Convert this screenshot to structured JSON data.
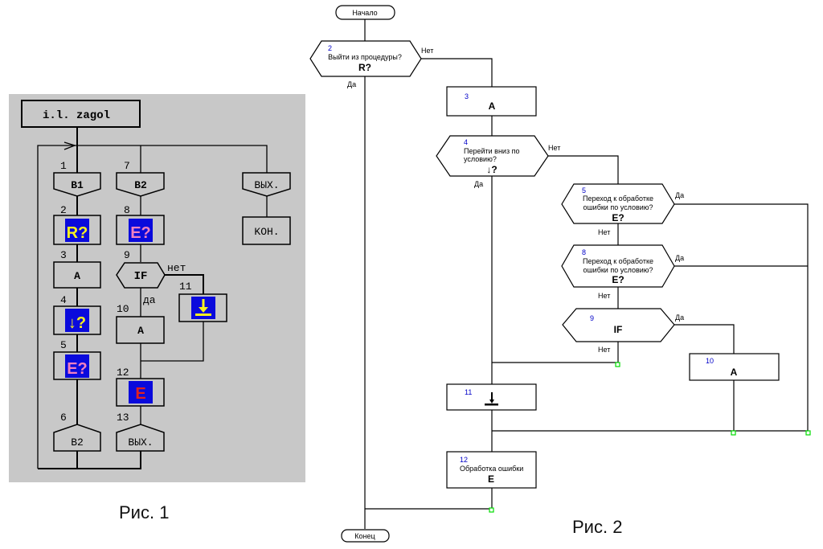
{
  "figure1": {
    "caption": "Рис. 1",
    "colors": {
      "background": "#c8c8c8",
      "icon_bg": "#0a0adc",
      "yellow": "#f8f020",
      "pink": "#f080c0",
      "red": "#e02020"
    },
    "title_block": "i.l. zagol",
    "nodes": [
      {
        "num": "1",
        "label": "B1"
      },
      {
        "num": "2",
        "icon": "R?"
      },
      {
        "num": "3",
        "label": "A"
      },
      {
        "num": "4",
        "icon": "↓?"
      },
      {
        "num": "5",
        "icon": "E?"
      },
      {
        "num": "6",
        "label": "B2"
      },
      {
        "num": "7",
        "label": "B2"
      },
      {
        "num": "8",
        "icon": "E?"
      },
      {
        "num": "9",
        "label": "IF"
      },
      {
        "num": "10",
        "label": "A"
      },
      {
        "num": "11",
        "icon": "⤓"
      },
      {
        "num": "12",
        "icon": "E"
      },
      {
        "num": "13",
        "label": "BЫX."
      },
      {
        "num": "",
        "label": "BЫX."
      },
      {
        "num": "",
        "label": "KOH."
      }
    ],
    "branch_no": "нет",
    "branch_yes": "да"
  },
  "figure2": {
    "caption": "Рис. 2",
    "colors": {
      "number": "#0000c8",
      "line": "#000000",
      "connector": "#00dd00"
    },
    "start": "Начало",
    "end": "Конец",
    "yes": "Да",
    "no": "Нет",
    "nodes": [
      {
        "num": "2",
        "text": "Выйти из процедуры?",
        "symbol": "R?"
      },
      {
        "num": "3",
        "text": "",
        "symbol": "A"
      },
      {
        "num": "4",
        "text1": "Перейти вниз по",
        "text2": "условию?",
        "symbol": "↓?"
      },
      {
        "num": "5",
        "text1": "Переход к обработке",
        "text2": "ошибки по условию?",
        "symbol": "E?"
      },
      {
        "num": "8",
        "text1": "Переход к обработке",
        "text2": "ошибки по условию?",
        "symbol": "E?"
      },
      {
        "num": "9",
        "text": "",
        "symbol": "IF"
      },
      {
        "num": "10",
        "text": "",
        "symbol": "A"
      },
      {
        "num": "11",
        "text": "",
        "symbol": "⊥"
      },
      {
        "num": "12",
        "text": "Обработка ошибки",
        "symbol": "E"
      }
    ]
  }
}
